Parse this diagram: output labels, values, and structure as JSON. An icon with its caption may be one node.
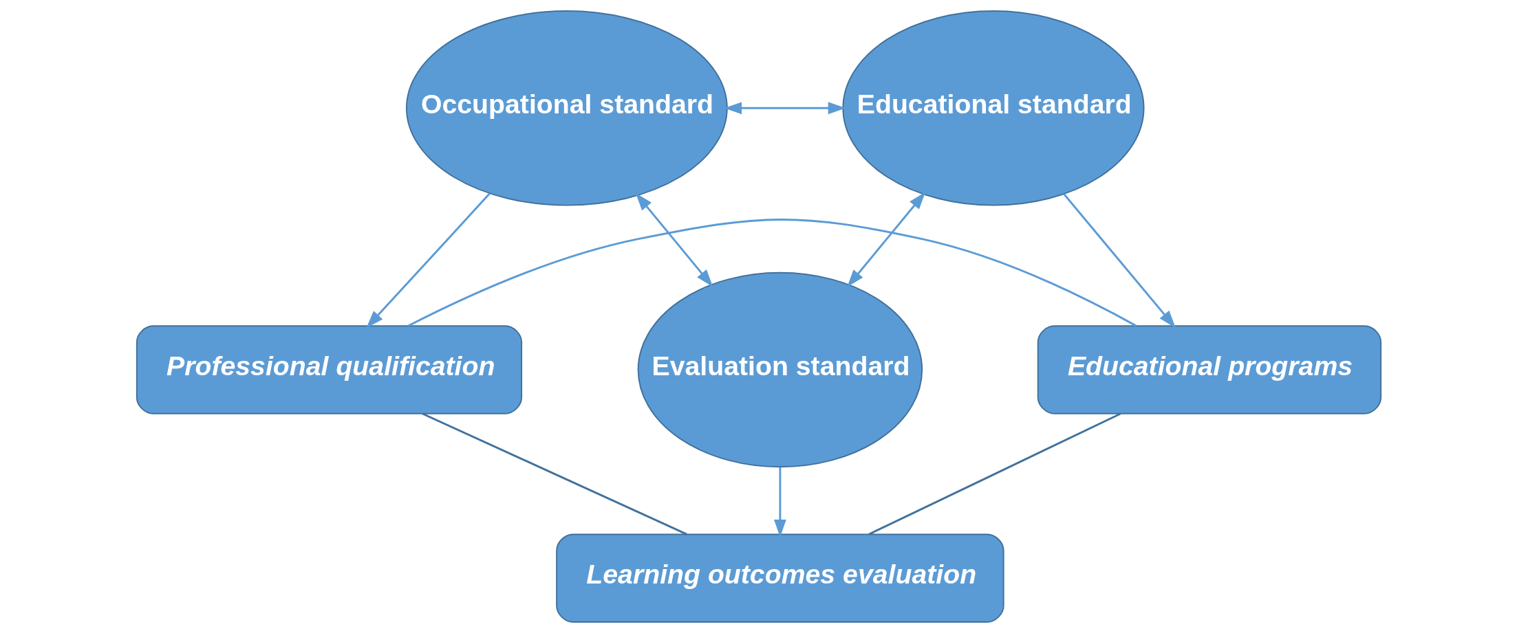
{
  "diagram": {
    "nodes": [
      {
        "text": [
          "Professional qualification"
        ]
      },
      {
        "text": [
          "Educational programs"
        ]
      },
      {
        "text": [
          "Occupational standard"
        ]
      },
      {
        "text": [
          "Educational standard"
        ]
      },
      {
        "text": [
          "Evaluation standard"
        ]
      },
      {
        "text": [
          "Learning outcomes evaluation"
        ]
      }
    ],
    "edges": [
      {
        "from": 0,
        "to": 1,
        "arrow": "none"
      },
      {
        "from": 2,
        "to": 0,
        "arrow": "to"
      },
      {
        "from": 3,
        "to": 1,
        "arrow": "to"
      },
      {
        "from": 2,
        "to": 3,
        "arrow": "both"
      },
      {
        "from": 2,
        "to": 4,
        "arrow": "both"
      },
      {
        "from": 3,
        "to": 4,
        "arrow": "both"
      },
      {
        "from": 4,
        "to": 5,
        "arrow": "to"
      },
      {
        "from": 0,
        "to": 5,
        "arrow": "none",
        "color": "#41719c"
      },
      {
        "from": 1,
        "to": 5,
        "arrow": "none",
        "color": "#41719c"
      }
    ]
  }
}
